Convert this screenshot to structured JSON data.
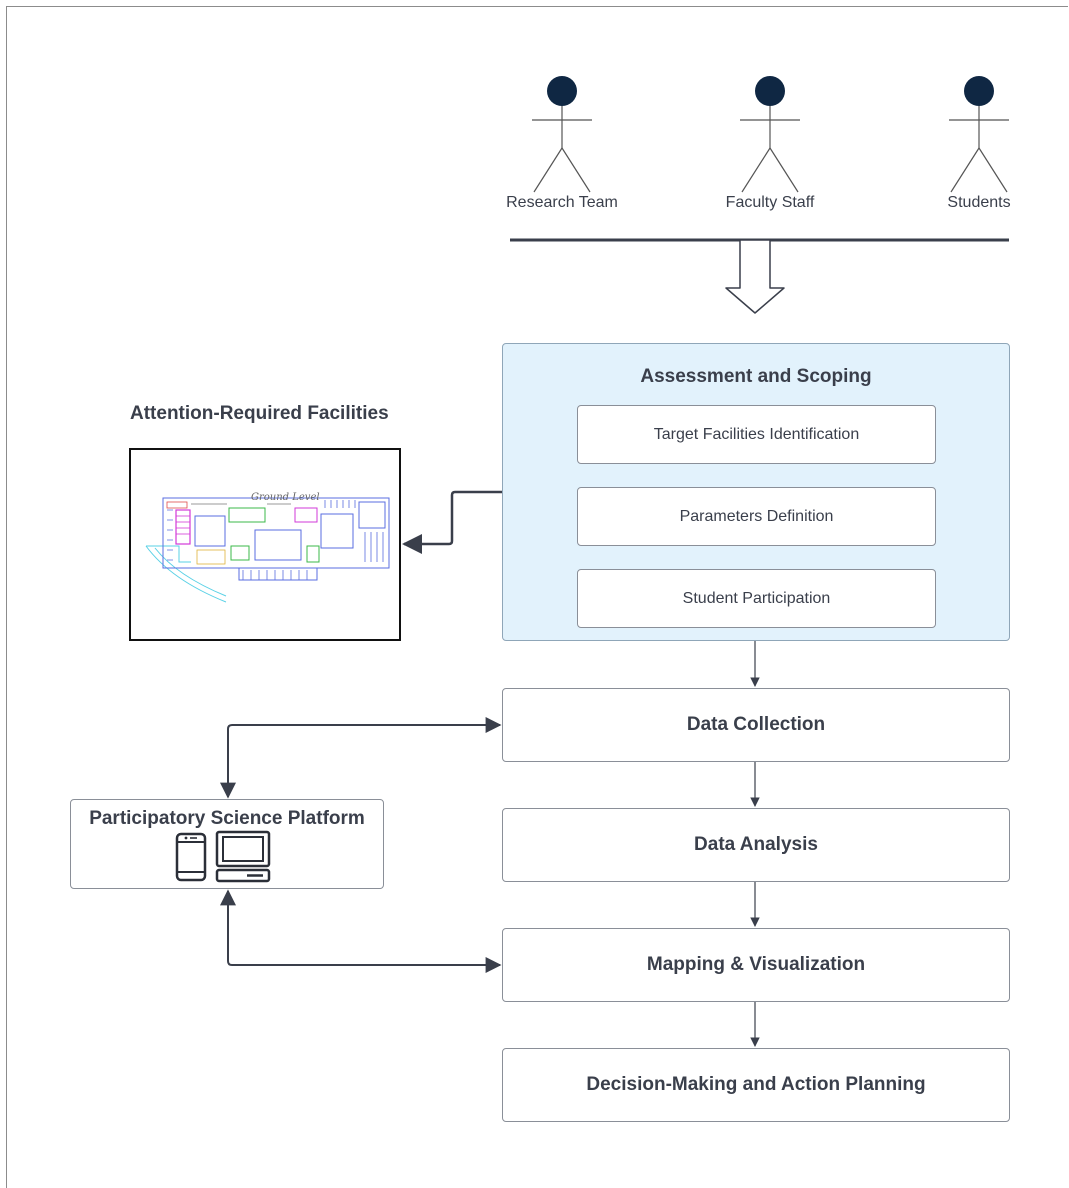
{
  "actors": [
    {
      "label": "Research Team"
    },
    {
      "label": "Faculty Staff"
    },
    {
      "label": "Students"
    }
  ],
  "assessment": {
    "title": "Assessment and Scoping",
    "items": [
      {
        "label": "Target Facilities Identification"
      },
      {
        "label": "Parameters Definition"
      },
      {
        "label": "Student Participation"
      }
    ]
  },
  "facilities": {
    "title": "Attention-Required Facilities",
    "image_caption": "Ground Level"
  },
  "steps": [
    {
      "label": "Data Collection"
    },
    {
      "label": "Data Analysis"
    },
    {
      "label": "Mapping & Visualization"
    },
    {
      "label": "Decision-Making and Action Planning"
    }
  ],
  "platform": {
    "title": "Participatory Science Platform",
    "icons": [
      "smartphone-icon",
      "desktop-computer-icon"
    ]
  },
  "colors": {
    "actor_head": "#0f2743",
    "panel_fill": "#e2f2fc",
    "line": "#3a3f4b",
    "text": "#3a3f4b"
  }
}
